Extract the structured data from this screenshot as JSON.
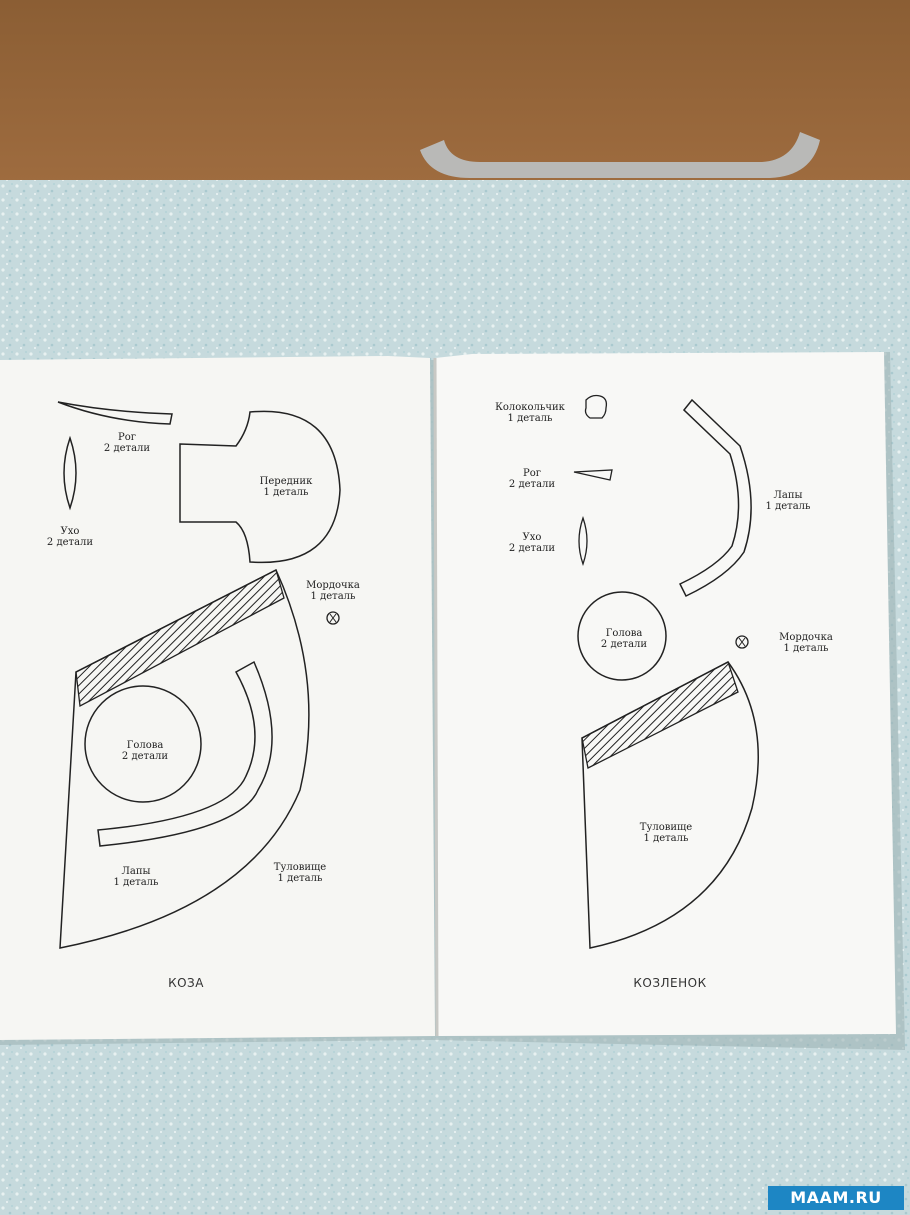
{
  "left_page": {
    "horn": {
      "name": "Рог",
      "count": "2 детали"
    },
    "apron": {
      "name": "Передник",
      "count": "1 деталь"
    },
    "ear": {
      "name": "Ухо",
      "count": "2 детали"
    },
    "muzzle": {
      "name": "Мордочка",
      "count": "1 деталь"
    },
    "head": {
      "name": "Голова",
      "count": "2 детали"
    },
    "paws": {
      "name": "Лапы",
      "count": "1 деталь"
    },
    "body": {
      "name": "Туловище",
      "count": "1 деталь"
    },
    "caption": "КОЗА"
  },
  "right_page": {
    "bell": {
      "name": "Колокольчик",
      "count": "1 деталь"
    },
    "horn": {
      "name": "Рог",
      "count": "2 детали"
    },
    "paws": {
      "name": "Лапы",
      "count": "1 деталь"
    },
    "ear": {
      "name": "Ухо",
      "count": "2 детали"
    },
    "head": {
      "name": "Голова",
      "count": "2 детали"
    },
    "muzzle": {
      "name": "Мордочка",
      "count": "1 деталь"
    },
    "body": {
      "name": "Туловище",
      "count": "1 деталь"
    },
    "caption": "КОЗЛЕНОК"
  },
  "watermark": "MAAM.RU",
  "colors": {
    "wood": "#8a6038",
    "tablecloth": "#c9dde0",
    "paper": "#f6f6f3",
    "ink": "#222222",
    "watermark": "#1d86c4"
  }
}
